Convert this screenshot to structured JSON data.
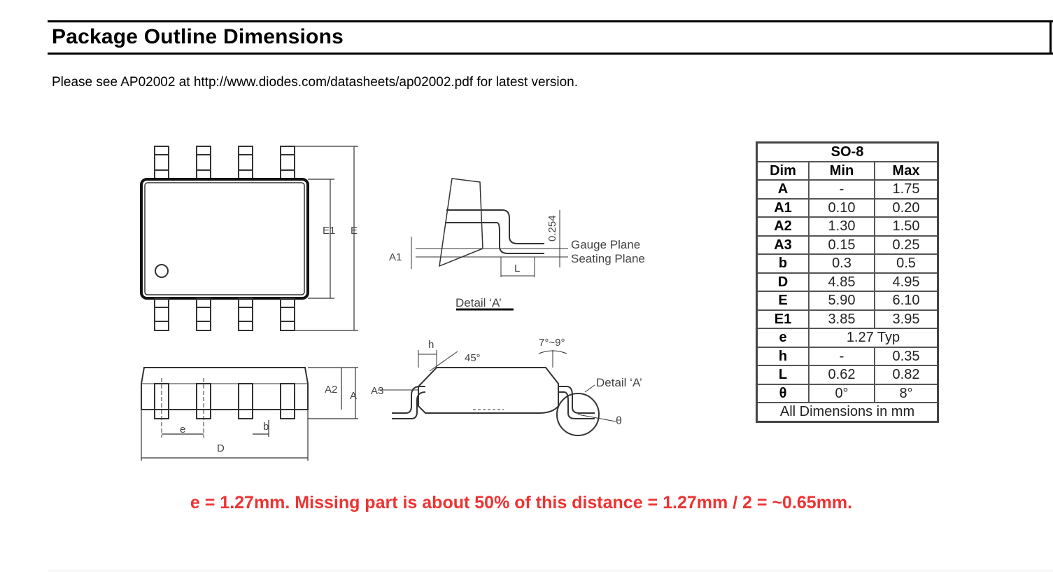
{
  "section_title": "Package Outline Dimensions",
  "note_text": "Please see AP02002 at http://www.diodes.com/datasheets/ap02002.pdf for latest version.",
  "drawing_labels": {
    "e1": "E1",
    "e": "E",
    "a1": "A1",
    "gauge": "0.254",
    "gauge_plane": "Gauge Plane",
    "seating_plane": "Seating Plane",
    "l": "L",
    "detail_a": "Detail ‘A’",
    "h": "h",
    "angle45": "45°",
    "angle79": "7°~9°",
    "detail_a2": "Detail ‘A’",
    "theta": "θ",
    "a2": "A2",
    "a": "A",
    "a3": "A3",
    "pitch": "e",
    "b": "b",
    "d": "D"
  },
  "table": {
    "caption": "SO-8",
    "headers": [
      "Dim",
      "Min",
      "Max"
    ],
    "rows": [
      {
        "dim": "A",
        "min": "-",
        "max": "1.75"
      },
      {
        "dim": "A1",
        "min": "0.10",
        "max": "0.20"
      },
      {
        "dim": "A2",
        "min": "1.30",
        "max": "1.50"
      },
      {
        "dim": "A3",
        "min": "0.15",
        "max": "0.25"
      },
      {
        "dim": "b",
        "min": "0.3",
        "max": "0.5"
      },
      {
        "dim": "D",
        "min": "4.85",
        "max": "4.95"
      },
      {
        "dim": "E",
        "min": "5.90",
        "max": "6.10"
      },
      {
        "dim": "E1",
        "min": "3.85",
        "max": "3.95"
      },
      {
        "dim": "e",
        "typ": "1.27 Typ"
      },
      {
        "dim": "h",
        "min": "-",
        "max": "0.35"
      },
      {
        "dim": "L",
        "min": "0.62",
        "max": "0.82"
      },
      {
        "dim": "θ",
        "min": "0°",
        "max": "8°"
      }
    ],
    "footer": "All Dimensions in mm"
  },
  "annotation": "e = 1.27mm. Missing part is about 50% of this distance = 1.27mm / 2 = ~0.65mm.",
  "annotation_color": "#ee3333"
}
